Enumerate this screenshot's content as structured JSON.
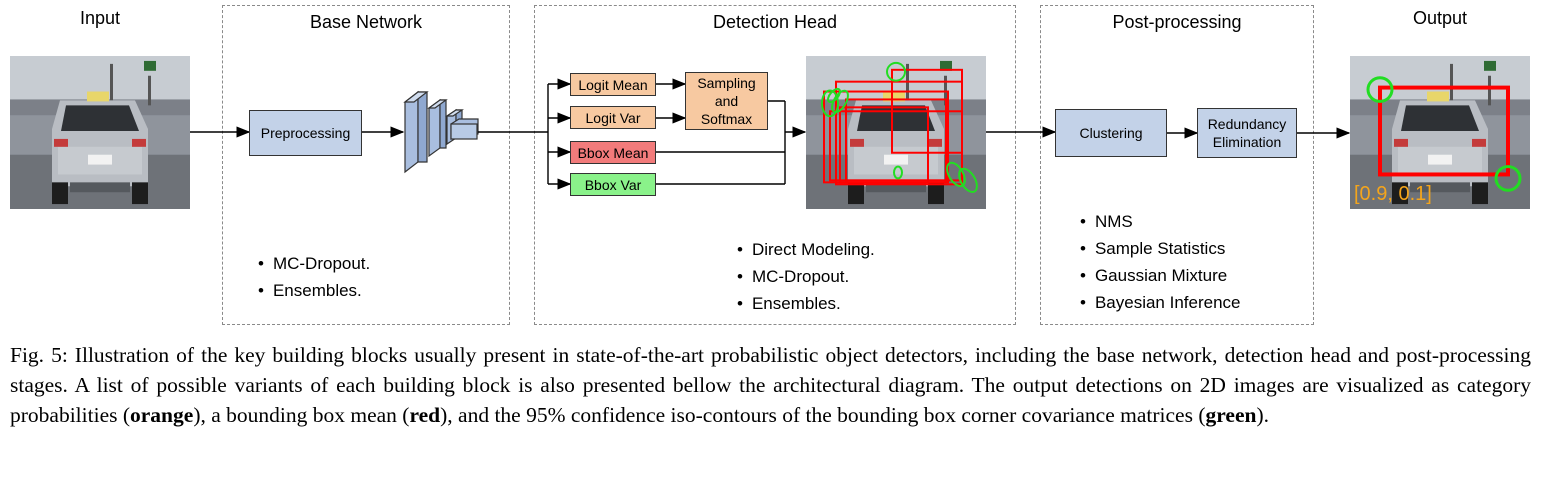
{
  "stages": {
    "input": "Input",
    "base_network": "Base Network",
    "detection_head": "Detection Head",
    "post_processing": "Post-processing",
    "output": "Output"
  },
  "blocks": {
    "preprocessing": "Preprocessing",
    "logit_mean": "Logit Mean",
    "logit_var": "Logit Var",
    "sampling_line1": "Sampling",
    "sampling_line2": "and",
    "sampling_line3": "Softmax",
    "bbox_mean": "Bbox Mean",
    "bbox_var": "Bbox Var",
    "clustering": "Clustering",
    "redundancy_line1": "Redundancy",
    "redundancy_line2": "Elimination"
  },
  "variants": {
    "base_network": [
      "MC-Dropout.",
      "Ensembles."
    ],
    "detection_head": [
      "Direct Modeling.",
      "MC-Dropout.",
      "Ensembles."
    ],
    "post_processing": [
      "NMS",
      "Sample Statistics",
      "Gaussian Mixture",
      "Bayesian Inference"
    ]
  },
  "output_probability": "[0.9, 0.1]",
  "caption": {
    "part1": "Fig. 5: Illustration of the key building blocks usually present in state-of-the-art probabilistic object detectors, including the base network, detection head and post-processing stages. A list of possible variants of each building block is also presented bellow the architectural diagram. The output detections on 2D images are visualized as category probabilities (",
    "orange": "orange",
    "part2": "), a bounding box mean (",
    "red": "red",
    "part3": "), and the 95% confidence iso-contours of the bounding box corner covariance matrices (",
    "green": "green",
    "part4": ")."
  },
  "colors": {
    "block_blue": "#c3d2e8",
    "block_orange": "#f7c9a1",
    "block_red": "#f27b7b",
    "block_green": "#8af28a",
    "box_mean": "#ff0000",
    "covariance": "#22dd22",
    "probability": "#f4a51c"
  }
}
